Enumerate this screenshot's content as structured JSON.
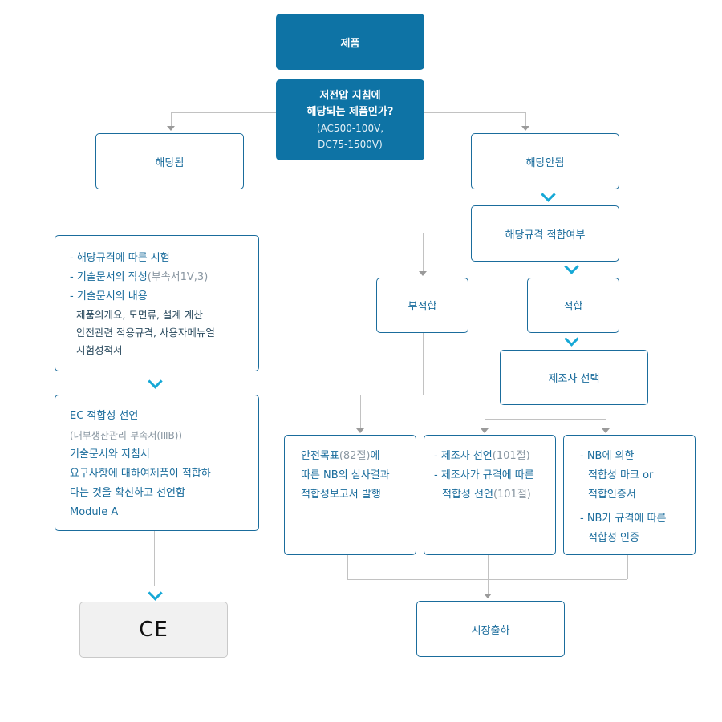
{
  "nodes": {
    "product": "제품",
    "question_line1": "저전압 지침에",
    "question_line2": "해당되는 제품인가?",
    "question_range1": "(AC500-100V,",
    "question_range2": "DC75-1500V)",
    "applicable": "해당됨",
    "not_applicable": "해당안됨",
    "conformity_check": "해당규격 적합여부",
    "nonconforming": "부적합",
    "conforming": "적합",
    "manufacturer_select": "제조사 선택",
    "market": "시장출하",
    "ce_mark": "CE"
  },
  "left_list": {
    "item1": "- 해당규격에 따른 시험",
    "item2_main": "- 기술문서의 작성",
    "item2_sub": "(부속서1V,3)",
    "item3": "- 기술문서의 내용",
    "detail1": "제품의개요, 도면류, 설계 계산",
    "detail2": "안전관련 적용규격, 사용자메뉴얼",
    "detail3": "시험성적서"
  },
  "ec_box": {
    "title": "EC 적합성 선언",
    "sub": "(내부생산관리-부속서(ⅠⅡB))",
    "line1": "기술문서와 지침서",
    "line2": "요구사항에 대하여제품이 적합하",
    "line3": "다는 것을 확신하고 선언함",
    "line4": "Module A"
  },
  "nb_report": {
    "line1_a": "안전목표",
    "line1_sub": "(82절)",
    "line1_b": "에",
    "line2": "따른 NB의 심사결과",
    "line3": "적합성보고서 발행"
  },
  "mfr_box": {
    "item1_a": "- 제조사 선언",
    "item1_sub": "(101절)",
    "item2": "- 제조사가 규격에 따른",
    "item3_a": "적합성 선언",
    "item3_sub": "(101절)"
  },
  "nb_box": {
    "item1": "- NB에 의한",
    "item2": "적합성 마크 or",
    "item3": "적합인증서",
    "item4": "- NB가 규격에 따른",
    "item5": "적합성 인증"
  },
  "colors": {
    "dark_box": "#0e73a5",
    "border": "#1a6c9c",
    "chevron": "#16a8d6",
    "connector": "#c2c2c2"
  }
}
